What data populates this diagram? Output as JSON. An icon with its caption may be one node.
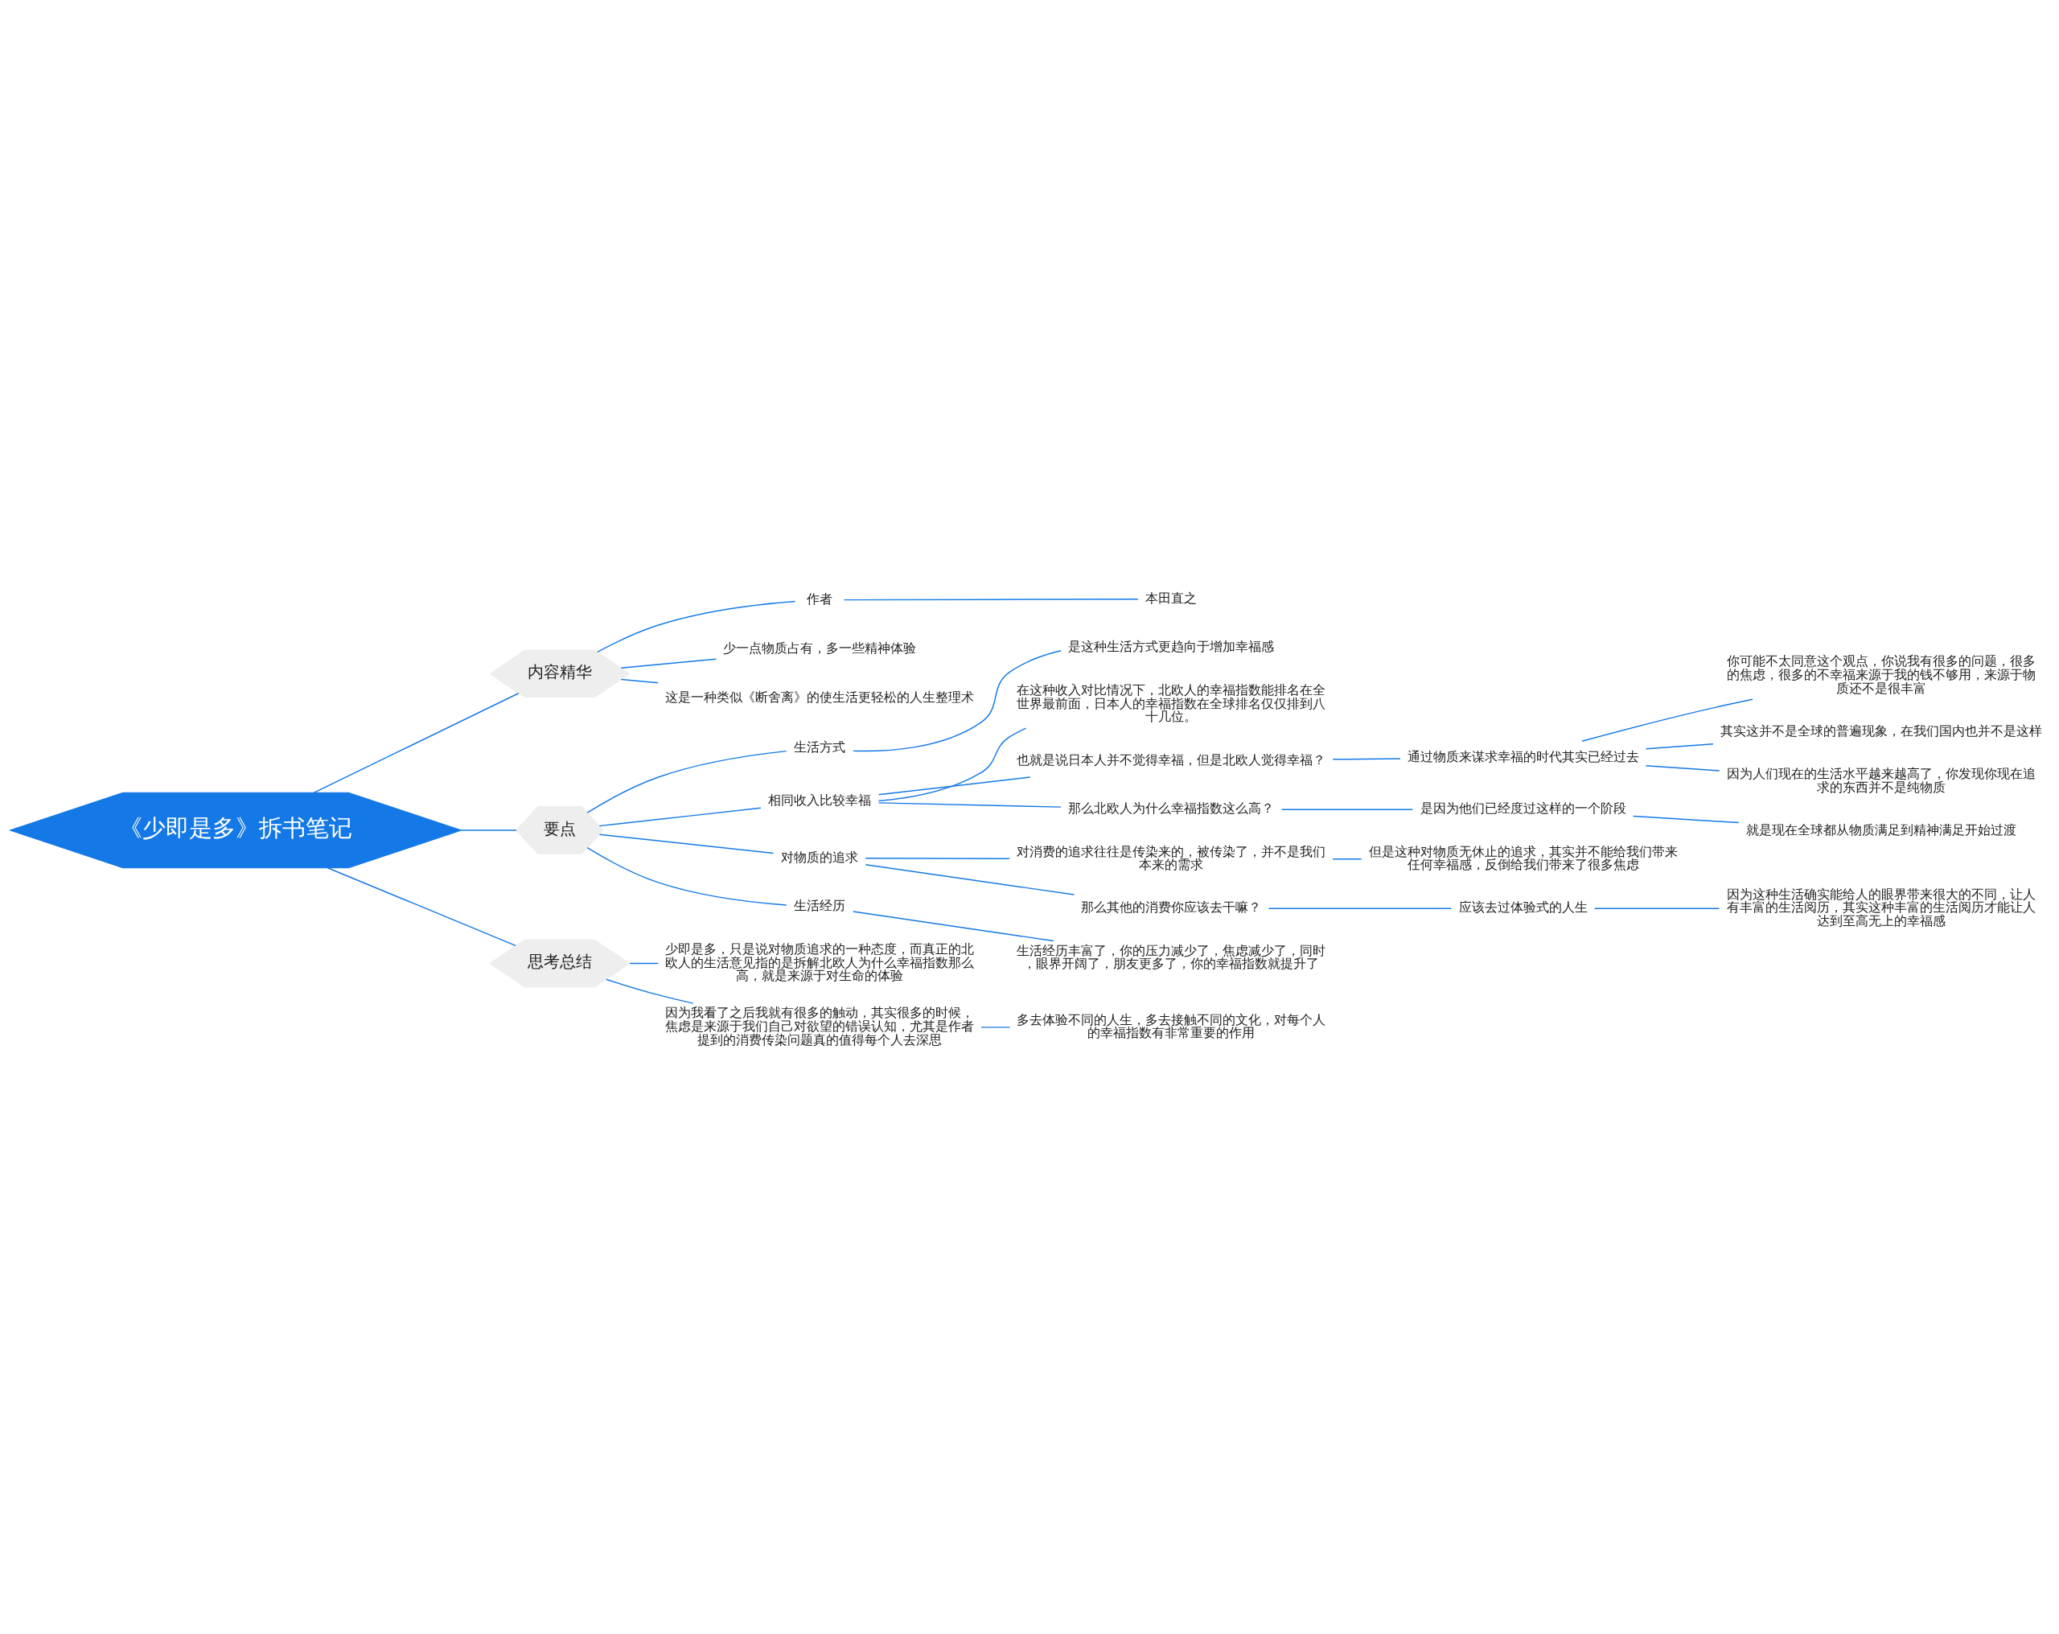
{
  "diagram": {
    "nodes": [
      {
        "text": [
          "《少即是多》拆书笔记"
        ]
      },
      {
        "text": [
          "内容精华"
        ]
      },
      {
        "text": [
          "作者"
        ]
      },
      {
        "text": [
          "本田直之"
        ]
      },
      {
        "text": [
          "少一点物质占有，多一些精神体验"
        ]
      },
      {
        "text": [
          "这是一种类似《断舍离》的使生活更轻松的人生整理术"
        ]
      },
      {
        "text": [
          "要点"
        ]
      },
      {
        "text": [
          "生活方式"
        ]
      },
      {
        "text": [
          "是这种生活方式更趋向于增加幸福感"
        ]
      },
      {
        "text": [
          "相同收入比较幸福"
        ]
      },
      {
        "text": [
          "在这种收入对比情况下，北欧人的幸福指数能排名在全世界最前面，日本人的幸福指数在全球排名仅仅排到八十几位。"
        ]
      },
      {
        "text": [
          "也就是说日本人并不觉得幸福，但是北欧人觉得幸福？"
        ]
      },
      {
        "text": [
          "通过物质来谋求幸福的时代其实已经过去"
        ]
      },
      {
        "text": [
          "你可能不太同意这个观点，你说我有很多的问题，很多的焦虑，很多的不幸福来源于我的钱不够用，来源于物质还不是很丰富"
        ]
      },
      {
        "text": [
          "其实这并不是全球的普遍现象，在我们国内也并不是这样"
        ]
      },
      {
        "text": [
          "因为人们现在的生活水平越来越高了，你发现你现在追求的东西并不是纯物质"
        ]
      },
      {
        "text": [
          "那么北欧人为什么幸福指数这么高？"
        ]
      },
      {
        "text": [
          "是因为他们已经度过这样的一个阶段"
        ]
      },
      {
        "text": [
          "就是现在全球都从物质满足到精神满足开始过渡"
        ]
      },
      {
        "text": [
          "对物质的追求"
        ]
      },
      {
        "text": [
          "对消费的追求往往是传染来的，被传染了，并不是我们本来的需求"
        ]
      },
      {
        "text": [
          "但是这种对物质无休止的追求，其实并不能给我们带来任何幸福感，反倒给我们带来了很多焦虑"
        ]
      },
      {
        "text": [
          "那么其他的消费你应该去干嘛？"
        ]
      },
      {
        "text": [
          "应该去过体验式的人生"
        ]
      },
      {
        "text": [
          "因为这种生活确实能给人的眼界带来很大的不同，让人有丰富的生活阅历，其实这种丰富的生活阅历才能让人达到至高无上的幸福感"
        ]
      },
      {
        "text": [
          "生活经历"
        ]
      },
      {
        "text": [
          "生活经历丰富了，你的压力减少了，焦虑减少了，同时，眼界开阔了，朋友更多了，你的幸福指数就提升了"
        ]
      },
      {
        "text": [
          "思考总结"
        ]
      },
      {
        "text": [
          "少即是多，只是说对物质追求的一种态度，而真正的北欧人的生活意见指的是拆解北欧人为什么幸福指数那么高，就是来源于对生命的体验"
        ]
      },
      {
        "text": [
          "因为我看了之后我就有很多的触动，其实很多的时候，焦虑是来源于我们自己对欲望的错误认知，尤其是作者提到的消费传染问题真的值得每个人去深思"
        ]
      },
      {
        "text": [
          "多去体验不同的人生，多去接触不同的文化，对每个人的幸福指数有非常重要的作用"
        ]
      }
    ],
    "edges": [
      {
        "from": 0,
        "to": 1,
        "arrow": "none"
      },
      {
        "from": 1,
        "to": 2,
        "arrow": "none"
      },
      {
        "from": 2,
        "to": 3,
        "arrow": "none"
      },
      {
        "from": 1,
        "to": 4,
        "arrow": "none"
      },
      {
        "from": 1,
        "to": 5,
        "arrow": "none"
      },
      {
        "from": 0,
        "to": 6,
        "arrow": "none"
      },
      {
        "from": 6,
        "to": 7,
        "arrow": "none"
      },
      {
        "from": 7,
        "to": 8,
        "arrow": "none"
      },
      {
        "from": 6,
        "to": 9,
        "arrow": "none"
      },
      {
        "from": 9,
        "to": 10,
        "arrow": "none"
      },
      {
        "from": 9,
        "to": 11,
        "arrow": "none"
      },
      {
        "from": 11,
        "to": 12,
        "arrow": "none"
      },
      {
        "from": 12,
        "to": 13,
        "arrow": "none"
      },
      {
        "from": 12,
        "to": 14,
        "arrow": "none"
      },
      {
        "from": 12,
        "to": 15,
        "arrow": "none"
      },
      {
        "from": 9,
        "to": 16,
        "arrow": "none"
      },
      {
        "from": 16,
        "to": 17,
        "arrow": "none"
      },
      {
        "from": 17,
        "to": 18,
        "arrow": "none"
      },
      {
        "from": 6,
        "to": 19,
        "arrow": "none"
      },
      {
        "from": 19,
        "to": 20,
        "arrow": "none"
      },
      {
        "from": 20,
        "to": 21,
        "arrow": "none"
      },
      {
        "from": 19,
        "to": 22,
        "arrow": "none"
      },
      {
        "from": 22,
        "to": 23,
        "arrow": "none"
      },
      {
        "from": 23,
        "to": 24,
        "arrow": "none"
      },
      {
        "from": 6,
        "to": 25,
        "arrow": "none"
      },
      {
        "from": 25,
        "to": 26,
        "arrow": "none"
      },
      {
        "from": 0,
        "to": 27,
        "arrow": "none"
      },
      {
        "from": 27,
        "to": 28,
        "arrow": "none"
      },
      {
        "from": 27,
        "to": 29,
        "arrow": "none"
      },
      {
        "from": 29,
        "to": 30,
        "arrow": "none"
      }
    ]
  }
}
